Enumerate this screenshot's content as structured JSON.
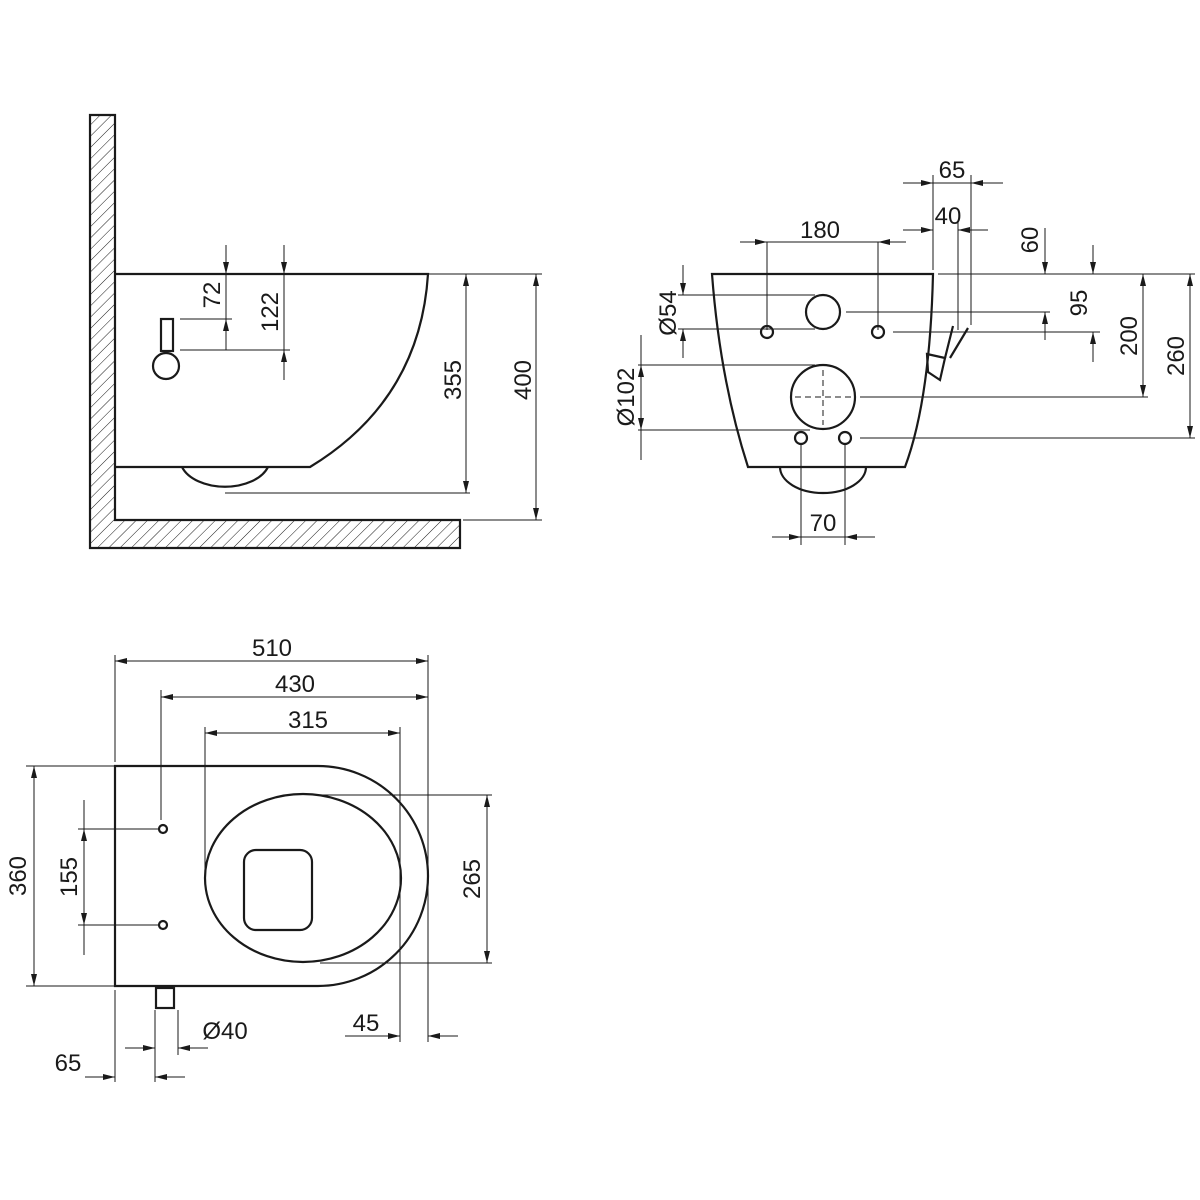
{
  "side_view": {
    "dims": {
      "d72": "72",
      "d122": "122",
      "d355": "355",
      "d400": "400"
    }
  },
  "front_view": {
    "dims": {
      "d65": "65",
      "d40": "40",
      "d180": "180",
      "d60": "60",
      "d95": "95",
      "d200": "200",
      "d260": "260",
      "d54": "Ø54",
      "d102": "Ø102",
      "d70": "70"
    }
  },
  "top_view": {
    "dims": {
      "d510": "510",
      "d430": "430",
      "d315": "315",
      "d360": "360",
      "d155": "155",
      "d265": "265",
      "d45": "45",
      "d40": "Ø40",
      "d65": "65"
    }
  },
  "colors": {
    "line": "#1a1a1a",
    "background": "#ffffff"
  }
}
